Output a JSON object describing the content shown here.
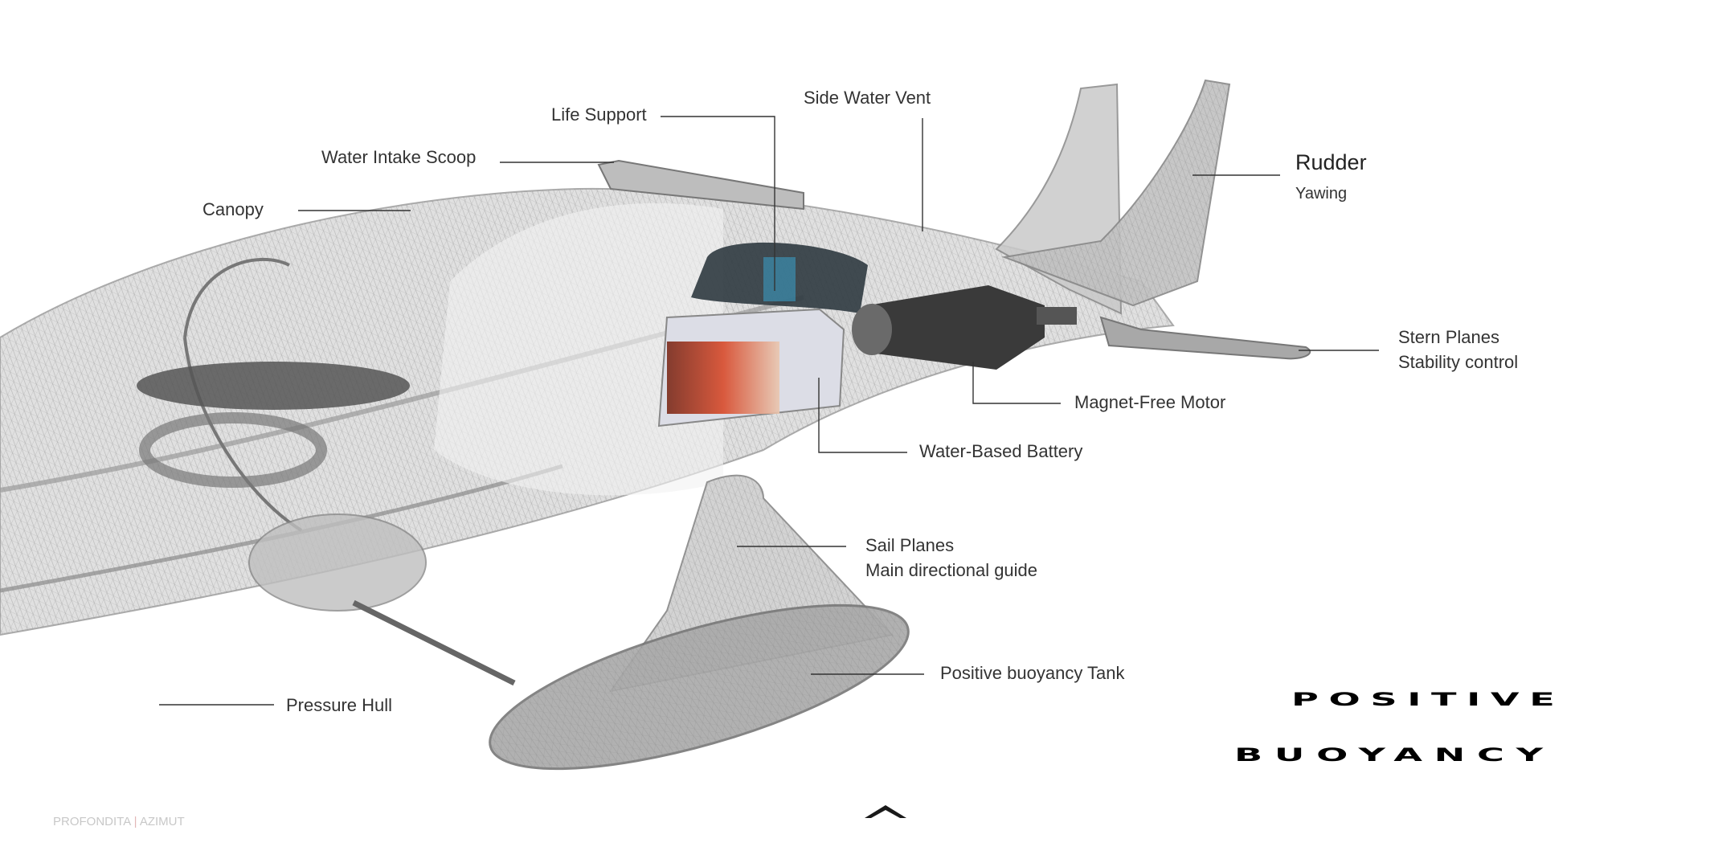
{
  "labels": {
    "life_support": "Life Support",
    "side_water_vent": "Side Water Vent",
    "water_intake_scoop": "Water Intake Scoop",
    "canopy": "Canopy",
    "rudder": "Rudder",
    "rudder_sub": "Yawing",
    "stern_planes": "Stern Planes",
    "stern_planes_sub": "Stability control",
    "magnet_free_motor": "Magnet-Free Motor",
    "water_based_battery": "Water-Based Battery",
    "sail_planes": "Sail Planes",
    "sail_planes_sub": "Main directional guide",
    "positive_buoyancy_tank": "Positive buoyancy Tank",
    "pressure_hull": "Pressure Hull"
  },
  "title": {
    "line1": "POSITIVE",
    "line2": "BUOYANCY"
  },
  "footer": {
    "left": "PROFONDITA",
    "separator": "|",
    "right": "AZIMUT"
  },
  "nav": {
    "icon": "chevron-up-icon"
  }
}
